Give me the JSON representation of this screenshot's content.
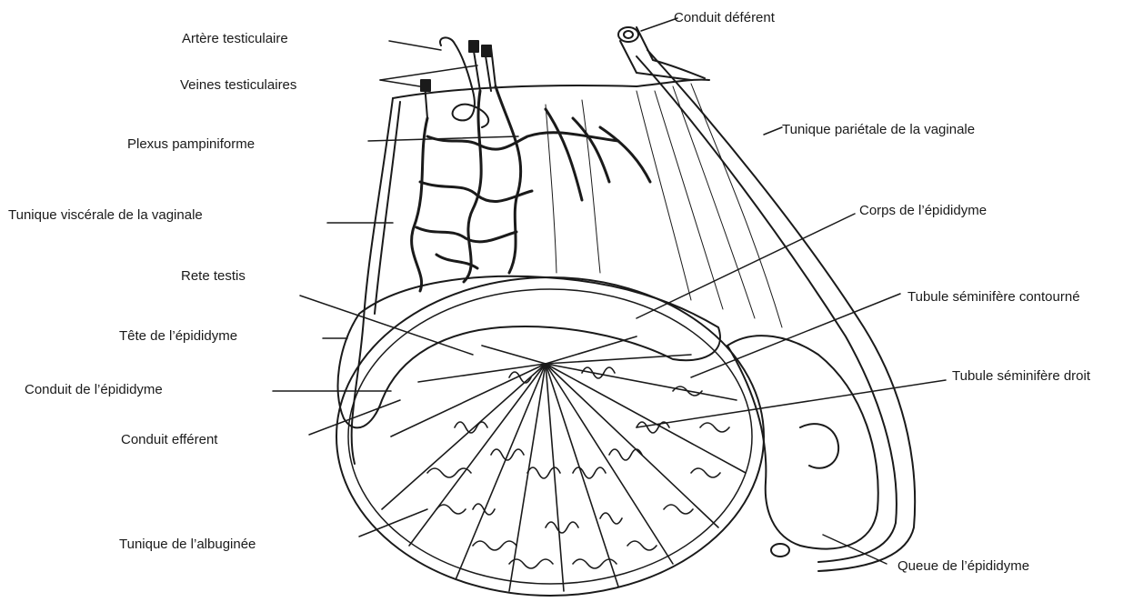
{
  "diagram": {
    "labels": {
      "artere_testiculaire": "Artère testiculaire",
      "veines_testiculaires": "Veines testiculaires",
      "plexus_pampiniforme": "Plexus pampiniforme",
      "tunique_viscerale": "Tunique viscérale de la vaginale",
      "rete_testis": "Rete testis",
      "tete_epididyme": "Tête de l’épididyme",
      "conduit_epididyme": "Conduit de l’épididyme",
      "conduit_efferent": "Conduit efférent",
      "tunique_albuginee": "Tunique de l’albuginée",
      "conduit_deferent": "Conduit déférent",
      "tunique_parietale": "Tunique pariétale de la vaginale",
      "corps_epididyme": "Corps de l’épididyme",
      "tubule_contourne": "Tubule séminifère contourné",
      "tubule_droit": "Tubule séminifère droit",
      "queue_epididyme": "Queue de l’épididyme"
    },
    "colors": {
      "line": "#1a1a1a",
      "background": "#ffffff"
    }
  }
}
